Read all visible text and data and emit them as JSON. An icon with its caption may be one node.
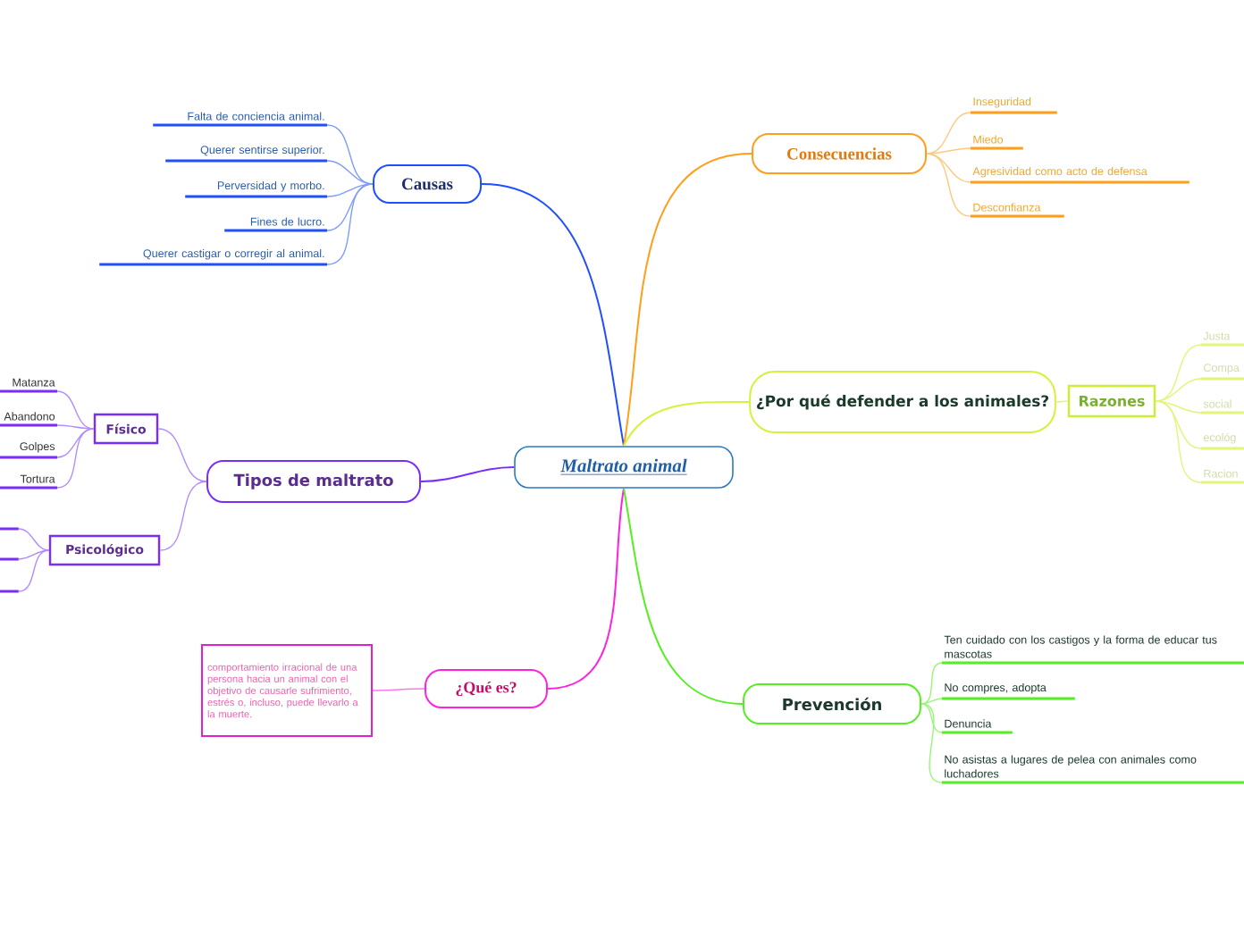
{
  "diagram": {
    "nodes": [
      {
        "text": [
          "Maltrato animal"
        ]
      },
      {
        "text": [
          "Causas"
        ]
      },
      {
        "text": [
          "Falta de conciencia animal."
        ]
      },
      {
        "text": [
          "Querer sentirse superior."
        ]
      },
      {
        "text": [
          "Perversidad y morbo."
        ]
      },
      {
        "text": [
          "Fines de lucro."
        ]
      },
      {
        "text": [
          "Querer castigar o corregir al animal."
        ]
      },
      {
        "text": [
          "Consecuencias"
        ]
      },
      {
        "text": [
          "Inseguridad"
        ]
      },
      {
        "text": [
          "Miedo"
        ]
      },
      {
        "text": [
          "Agresividad como acto de defensa"
        ]
      },
      {
        "text": [
          "Desconfianza"
        ]
      },
      {
        "text": [
          "¿Por qué defender a los animales?"
        ]
      },
      {
        "text": [
          "Razones"
        ]
      },
      {
        "text": [
          "Justa"
        ]
      },
      {
        "text": [
          "Compa"
        ]
      },
      {
        "text": [
          "social"
        ]
      },
      {
        "text": [
          "ecológ"
        ]
      },
      {
        "text": [
          "Racion"
        ]
      },
      {
        "text": [
          "Tipos de maltrato"
        ]
      },
      {
        "text": [
          "Físico"
        ]
      },
      {
        "text": [
          "Matanza"
        ]
      },
      {
        "text": [
          "Abandono"
        ]
      },
      {
        "text": [
          "Golpes"
        ]
      },
      {
        "text": [
          "Tortura"
        ]
      },
      {
        "text": [
          "Psicológico"
        ]
      },
      {
        "text": [],
        "shape": "bar"
      },
      {
        "text": [],
        "shape": "bar"
      },
      {
        "text": [],
        "shape": "bar"
      },
      {
        "text": [
          "¿Qué es?"
        ]
      },
      {
        "text": [
          "comportamiento irracional de una persona hacia un animal con el objetivo de causarle sufrimiento, estrés o, incluso, puede llevarlo a la muerte."
        ]
      },
      {
        "text": [
          "Prevención"
        ]
      },
      {
        "text": [
          "Ten cuidado con los castigos y la forma de educar tus mascotas"
        ]
      },
      {
        "text": [
          "No compres, adopta"
        ]
      },
      {
        "text": [
          "Denuncia"
        ]
      },
      {
        "text": [
          "No asistas a lugares de pelea con animales como luchadores"
        ]
      }
    ],
    "edges": [
      {
        "from": 0,
        "to": 1,
        "arrow": "none",
        "color": "#1f4fff"
      },
      {
        "from": 1,
        "to": 2,
        "arrow": "none",
        "color": "#7f9bff"
      },
      {
        "from": 1,
        "to": 3,
        "arrow": "none",
        "color": "#7f9bff"
      },
      {
        "from": 1,
        "to": 4,
        "arrow": "none",
        "color": "#7f9bff"
      },
      {
        "from": 1,
        "to": 5,
        "arrow": "none",
        "color": "#7f9bff"
      },
      {
        "from": 1,
        "to": 6,
        "arrow": "none",
        "color": "#7f9bff"
      },
      {
        "from": 0,
        "to": 7,
        "arrow": "none",
        "color": "#ff9e1b"
      },
      {
        "from": 7,
        "to": 8,
        "arrow": "none",
        "color": "#ffc880"
      },
      {
        "from": 7,
        "to": 9,
        "arrow": "none",
        "color": "#ffc880"
      },
      {
        "from": 7,
        "to": 10,
        "arrow": "none",
        "color": "#ffc880"
      },
      {
        "from": 7,
        "to": 11,
        "arrow": "none",
        "color": "#ffc880"
      },
      {
        "from": 0,
        "to": 12,
        "arrow": "none",
        "color": "#d8f03c"
      },
      {
        "from": 12,
        "to": 13,
        "arrow": "none",
        "color": "#e4f47a"
      },
      {
        "from": 13,
        "to": 14,
        "arrow": "none",
        "color": "#e4f47a"
      },
      {
        "from": 13,
        "to": 15,
        "arrow": "none",
        "color": "#e4f47a"
      },
      {
        "from": 13,
        "to": 16,
        "arrow": "none",
        "color": "#e4f47a"
      },
      {
        "from": 13,
        "to": 17,
        "arrow": "none",
        "color": "#e4f47a"
      },
      {
        "from": 13,
        "to": 18,
        "arrow": "none",
        "color": "#e4f47a"
      },
      {
        "from": 0,
        "to": 19,
        "arrow": "none",
        "color": "#7a2cff"
      },
      {
        "from": 19,
        "to": 20,
        "arrow": "none",
        "color": "#b28cff"
      },
      {
        "from": 20,
        "to": 21,
        "arrow": "none",
        "color": "#b28cff"
      },
      {
        "from": 20,
        "to": 22,
        "arrow": "none",
        "color": "#b28cff"
      },
      {
        "from": 20,
        "to": 23,
        "arrow": "none",
        "color": "#b28cff"
      },
      {
        "from": 20,
        "to": 24,
        "arrow": "none",
        "color": "#b28cff"
      },
      {
        "from": 19,
        "to": 25,
        "arrow": "none",
        "color": "#b28cff"
      },
      {
        "from": 25,
        "to": 26,
        "arrow": "none",
        "color": "#b28cff"
      },
      {
        "from": 25,
        "to": 27,
        "arrow": "none",
        "color": "#b28cff"
      },
      {
        "from": 25,
        "to": 28,
        "arrow": "none",
        "color": "#b28cff"
      },
      {
        "from": 0,
        "to": 29,
        "arrow": "none",
        "color": "#ff22dd"
      },
      {
        "from": 29,
        "to": 30,
        "arrow": "none",
        "color": "#ff77ea"
      },
      {
        "from": 0,
        "to": 31,
        "arrow": "none",
        "color": "#55ee22"
      },
      {
        "from": 31,
        "to": 32,
        "arrow": "none",
        "color": "#99f57a"
      },
      {
        "from": 31,
        "to": 33,
        "arrow": "none",
        "color": "#99f57a"
      },
      {
        "from": 31,
        "to": 34,
        "arrow": "none",
        "color": "#99f57a"
      },
      {
        "from": 31,
        "to": 35,
        "arrow": "none",
        "color": "#99f57a"
      }
    ]
  }
}
